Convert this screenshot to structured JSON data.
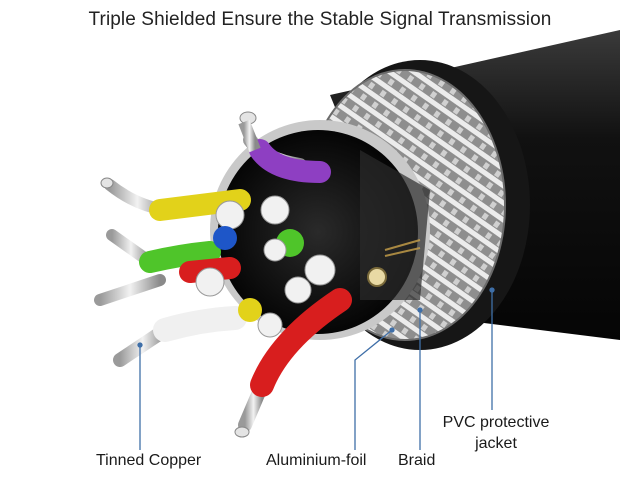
{
  "title": "Triple Shielded Ensure the Stable Signal Transmission",
  "labels": {
    "tinned_copper": "Tinned Copper",
    "aluminium_foil": "Aluminium-foil",
    "braid": "Braid",
    "pvc_line1": "PVC protective",
    "pvc_line2": "jacket"
  },
  "colors": {
    "leader_line": "#3f6fa8",
    "jacket": "#1b1b1b",
    "braid": "#d8d8d8",
    "wire_purple": "#8e3fc2",
    "wire_yellow": "#e2d21a",
    "wire_green": "#4fc52a",
    "wire_red": "#d81e1e",
    "wire_blue": "#1e56c8"
  }
}
